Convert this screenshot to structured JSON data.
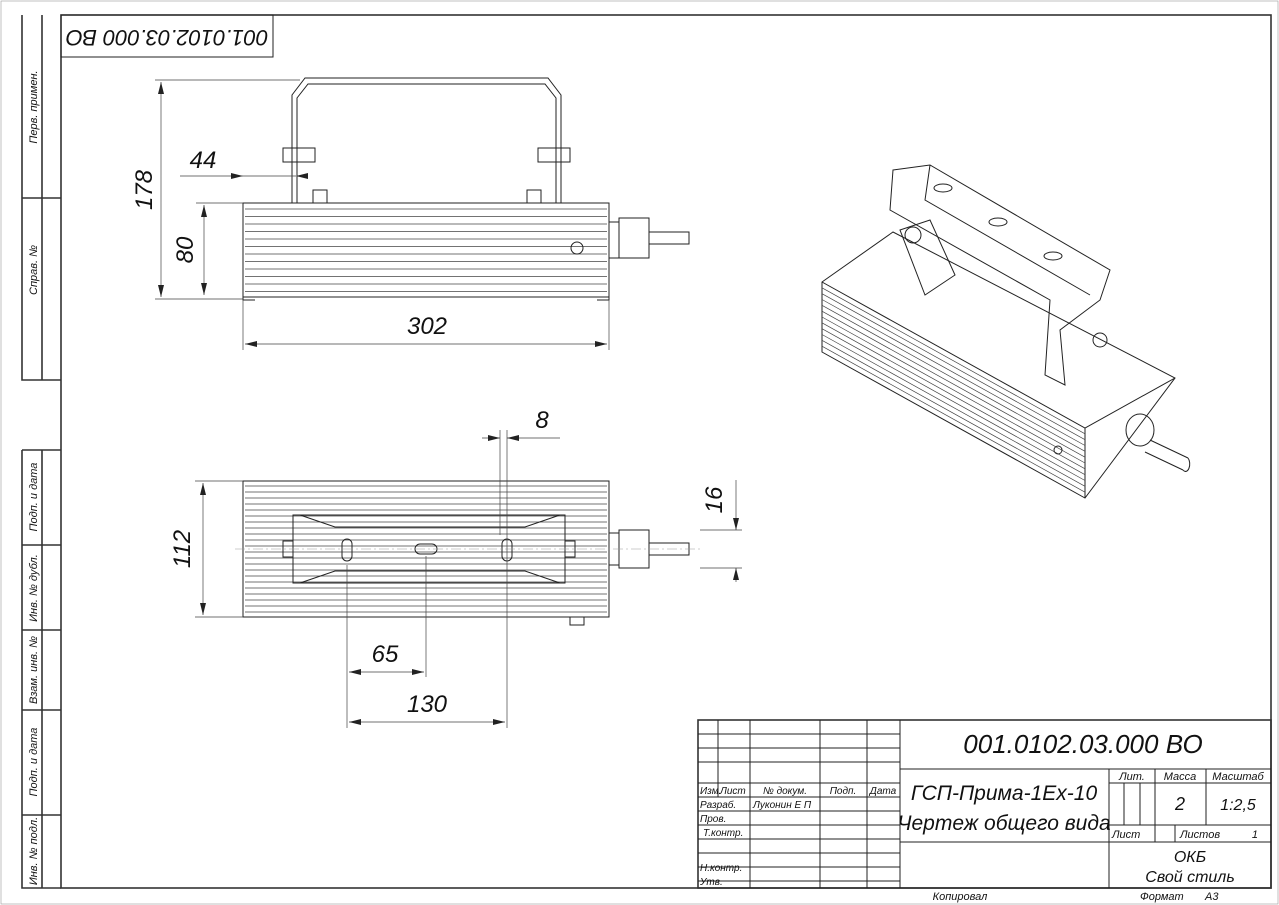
{
  "document_code": "001.0102.03.000 ВО",
  "document_code_rotated": "001.0102.03.000 ВО",
  "side_strip": {
    "perv_primen": "Перв. примен.",
    "sprav_no": "Справ. №",
    "podp_data_1": "Подп. и дата",
    "inv_dubl": "Инв. № дубл.",
    "vzam_inv": "Взам. инв. №",
    "podp_data_2": "Подп. и дата",
    "inv_podl": "Инв. № подл."
  },
  "dimensions": {
    "d178": "178",
    "d44": "44",
    "d80": "80",
    "d302": "302",
    "d8": "8",
    "d16": "16",
    "d112": "112",
    "d65": "65",
    "d130": "130"
  },
  "title_block": {
    "headers": {
      "izm": "Изм.",
      "list": "Лист",
      "doc_no": "№ докум.",
      "podp": "Подп.",
      "data": "Дата"
    },
    "roles": {
      "razrab": "Разраб.",
      "prov": "Пров.",
      "tkontr": "Т.контр.",
      "nkontr": "Н.контр.",
      "utv": "Утв."
    },
    "developer": "Луконин Е П",
    "product_name": "ГСП-Прима-1Ех-10",
    "drawing_type": "Чертеж общего вида",
    "lit_label": "Лит.",
    "mass_label": "Масса",
    "scale_label": "Масштаб",
    "mass": "2",
    "scale": "1:2,5",
    "sheet_label": "Лист",
    "sheets_label": "Листов",
    "sheets": "1",
    "org_1": "ОКБ",
    "org_2": "Свой стиль",
    "copied": "Копировал",
    "format_label": "Формат",
    "format": "А3"
  }
}
